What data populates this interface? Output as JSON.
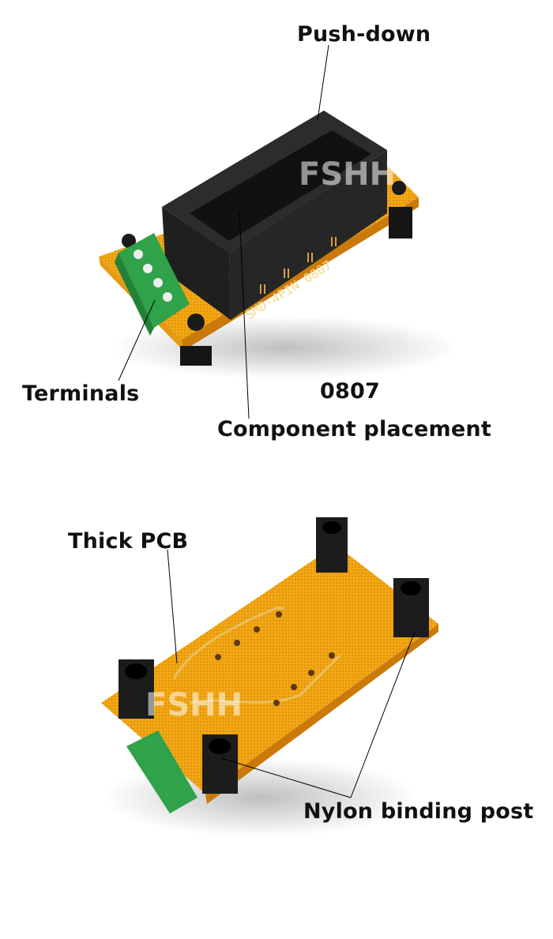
{
  "photo_top": {
    "subject": "SMD-4PIN 0807 test socket adapter board, top view",
    "pcb_silkscreen": "SMD-4PIN  0807",
    "watermark": "FSHH",
    "labels": {
      "push_down": "Push-down",
      "terminals": "Terminals",
      "model": "0807",
      "component_placement": "Component placement"
    }
  },
  "photo_bottom": {
    "subject": "Adapter board, bottom view",
    "watermark": "FSHH",
    "labels": {
      "thick_pcb": "Thick PCB",
      "nylon_binding_post": "Nylon binding post"
    }
  },
  "colors": {
    "background": "#ffffff",
    "pcb": "#f0a010",
    "pcb_dark": "#d9820a",
    "socket": "#2a2a2a",
    "terminal": "#2fa24a",
    "post": "#1c1c1c",
    "label_text": "#111111"
  }
}
